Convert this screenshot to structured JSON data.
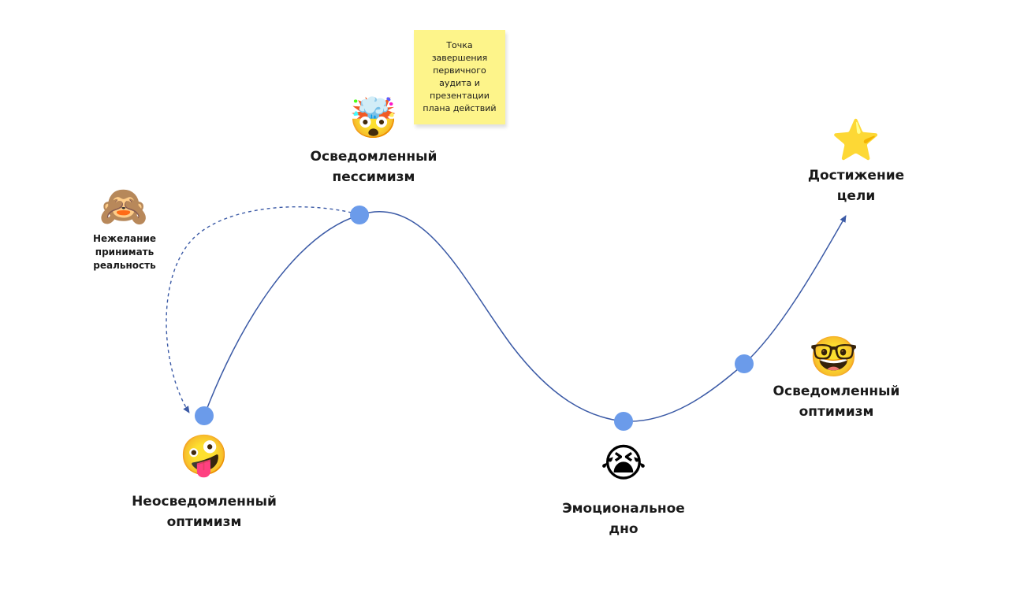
{
  "colors": {
    "curve": "#3b5aa6",
    "dashed_arrow": "#3b5aa6",
    "node": "#6b9bea",
    "sticky_note": "#fdf48a",
    "text": "#1a1a1a"
  },
  "sticky_note": {
    "lines": [
      "Точка",
      "завершения",
      "первичного",
      "аудита и",
      "презентации",
      "плана действий"
    ]
  },
  "stages": [
    {
      "id": "uninformed-optimism",
      "lines": [
        "Неосведомленный",
        "оптимизм"
      ],
      "icon": "zany-face-icon",
      "emoji": "🤪"
    },
    {
      "id": "informed-pessimism",
      "lines": [
        "Осведомленный",
        "пессимизм"
      ],
      "icon": "exploding-head-icon",
      "emoji": "🤯"
    },
    {
      "id": "emotional-bottom",
      "lines": [
        "Эмоциональное",
        "дно"
      ],
      "icon": "loudly-crying-face-icon",
      "emoji": "😭"
    },
    {
      "id": "informed-optimism",
      "lines": [
        "Осведомленный",
        "оптимизм"
      ],
      "icon": "nerd-face-icon",
      "emoji": "🤓"
    },
    {
      "id": "goal-achievement",
      "lines": [
        "Достижение",
        "цели"
      ],
      "icon": "star-icon",
      "emoji": "⭐"
    }
  ],
  "denial": {
    "lines": [
      "Нежелание",
      "принимать",
      "реальность"
    ],
    "icon": "see-no-evil-monkey-icon",
    "emoji": "🙈"
  }
}
